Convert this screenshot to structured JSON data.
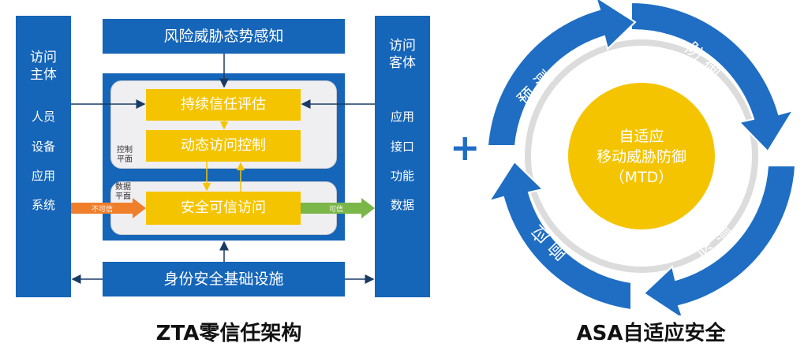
{
  "zta": {
    "caption": "ZTA零信任架构",
    "subject": {
      "title_line1": "访问",
      "title_line2": "主体",
      "items": [
        "人员",
        "设备",
        "应用",
        "系统"
      ]
    },
    "object": {
      "title_line1": "访问",
      "title_line2": "客体",
      "items": [
        "应用",
        "接口",
        "功能",
        "数据"
      ]
    },
    "top_bar": "风险威胁态势感知",
    "bottom_bar": "身份安全基础设施",
    "control_plane": {
      "line1": "控制",
      "line2": "平面",
      "box1": "持续信任评估",
      "box2": "动态访问控制"
    },
    "data_plane": {
      "line1": "数据",
      "line2": "平面",
      "box": "安全可信访问"
    },
    "untrusted_label": "不可信",
    "trusted_label": "可信",
    "colors": {
      "blue": "#1565b8",
      "yellow": "#f5c400",
      "orange": "#f07f2c",
      "green": "#7ab648"
    }
  },
  "plus_sign": "+",
  "asa": {
    "caption": "ASA自适应安全",
    "center_line1": "自适应",
    "center_line2": "移动威胁防御",
    "center_line3": "（MTD）",
    "arc_labels": {
      "defend": "防御",
      "detect": "监测",
      "respond": "响应",
      "predict": "预测"
    },
    "colors": {
      "arc": "#1f6ec4",
      "ring": "#dcdcdc",
      "center": "#f5c400"
    }
  }
}
